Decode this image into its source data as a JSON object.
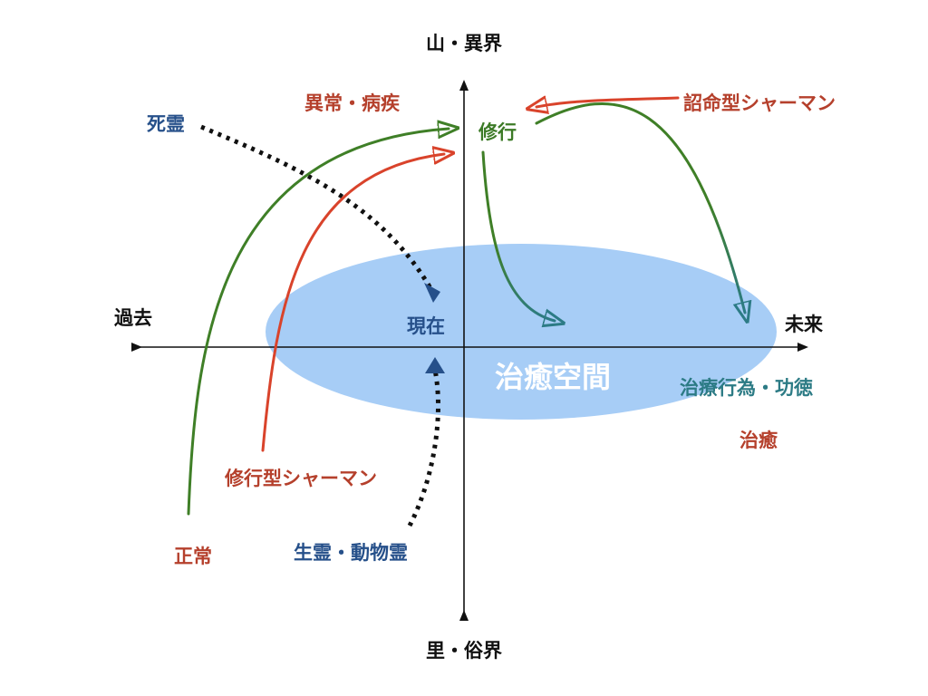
{
  "axes": {
    "top": "山・異界",
    "bottom": "里・俗界",
    "left": "過去",
    "right": "未来"
  },
  "center_label": "治癒空間",
  "labels": {
    "present": "現在",
    "dead_spirit": "死霊",
    "abnormal_illness": "異常・病疾",
    "ascetic_practice": "修行",
    "calling_shaman": "詔命型シャーマン",
    "ascetic_shaman": "修行型シャーマン",
    "normal": "正常",
    "living_animal_spirit": "生霊・動物霊",
    "healing_acts_merit": "治療行為・功徳",
    "healing": "治癒"
  },
  "colors": {
    "healing_space": "#a7cdf6",
    "text_dark": "#111111",
    "blue": "#26508a",
    "red": "#d9432b",
    "red_text": "#b5402c",
    "green": "#3f7f27",
    "teal": "#2c7b85"
  }
}
